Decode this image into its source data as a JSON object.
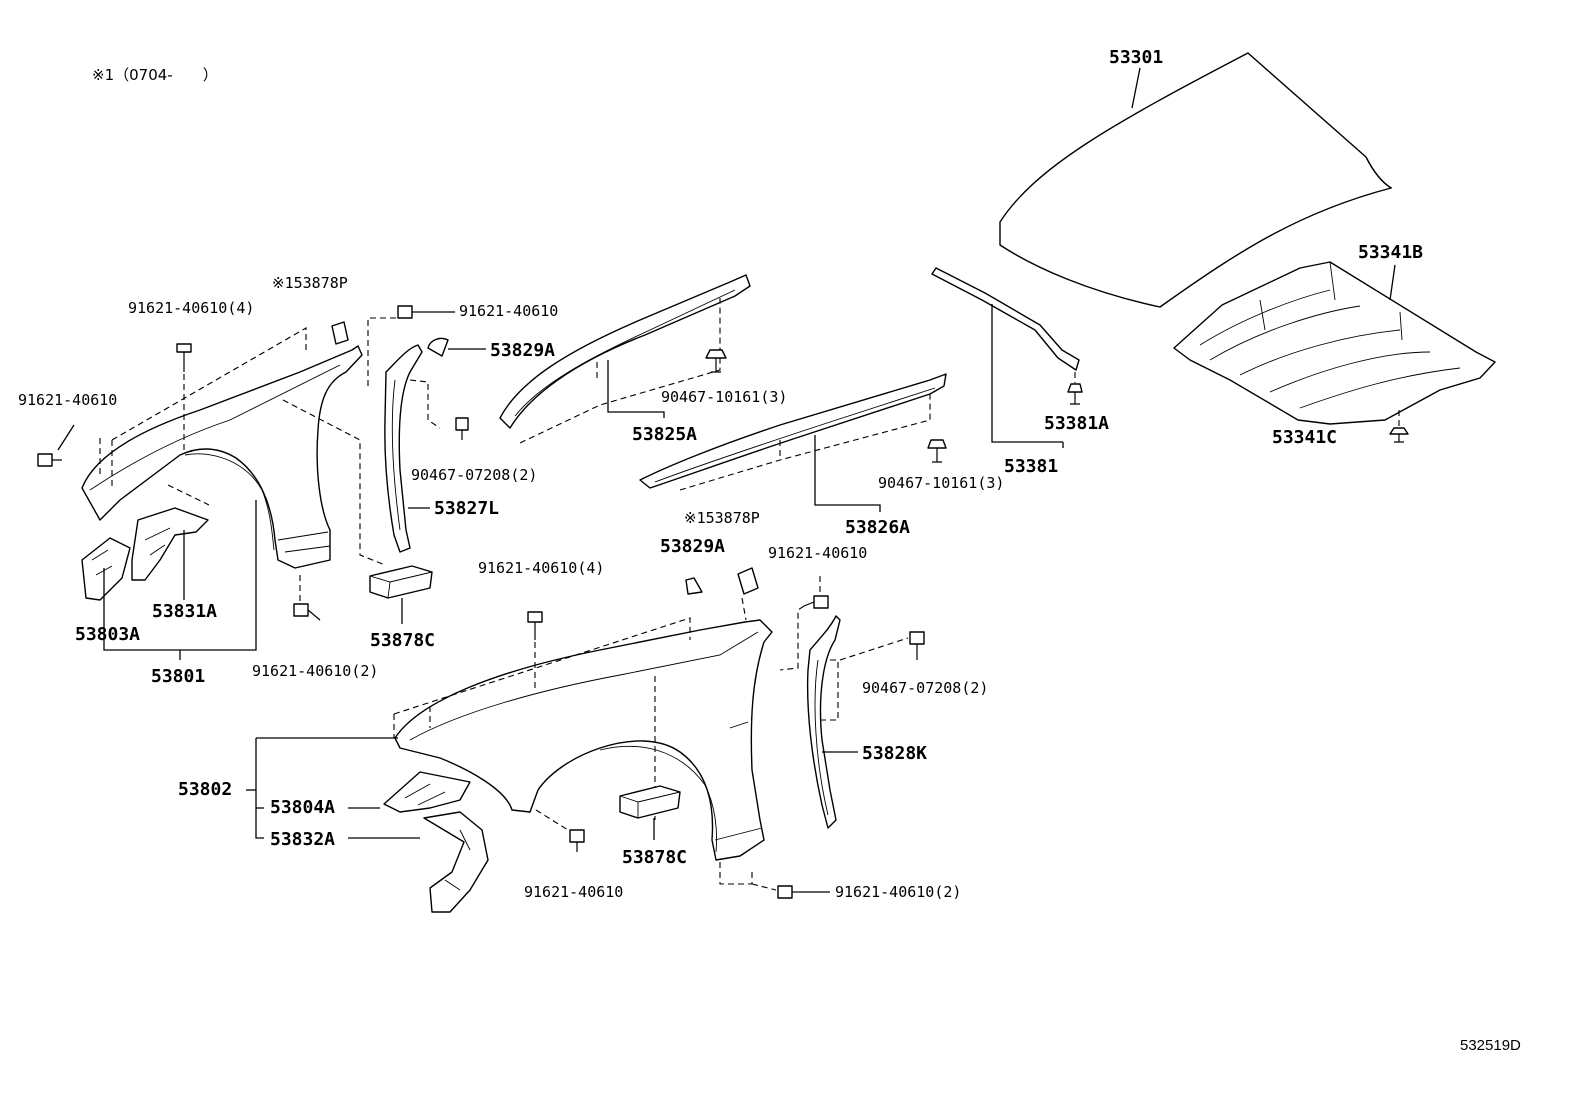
{
  "note": "※1（0704-　　）",
  "diagram_code": "532519D",
  "labels": {
    "p53301": "53301",
    "p53341B": "53341B",
    "p53341C": "53341C",
    "p53381A": "53381A",
    "p53381": "53381",
    "p53825A": "53825A",
    "p53826A": "53826A",
    "f90467_10161_3a": "90467-10161(3)",
    "f90467_10161_3b": "90467-10161(3)",
    "p53878P_top": "※153878P",
    "f91621_40610_4_top": "91621-40610(4)",
    "f91621_40610_top": "91621-40610",
    "f91621_40610_left": "91621-40610",
    "p53829A_top": "53829A",
    "f90467_07208_2_top": "90467-07208(2)",
    "p53827L": "53827L",
    "p53831A": "53831A",
    "p53803A": "53803A",
    "p53801": "53801",
    "f91621_40610_2_mid": "91621-40610(2)",
    "p53878C_top": "53878C",
    "p53878P_mid": "※153878P",
    "p53829A_mid": "53829A",
    "f91621_40610_mid": "91621-40610",
    "f91621_40610_4_mid": "91621-40610(4)",
    "f90467_07208_2_right": "90467-07208(2)",
    "p53828K": "53828K",
    "p53802": "53802",
    "p53804A": "53804A",
    "p53832A": "53832A",
    "p53878C_bot": "53878C",
    "f91621_40610_bot": "91621-40610",
    "f91621_40610_2_bot": "91621-40610(2)"
  }
}
